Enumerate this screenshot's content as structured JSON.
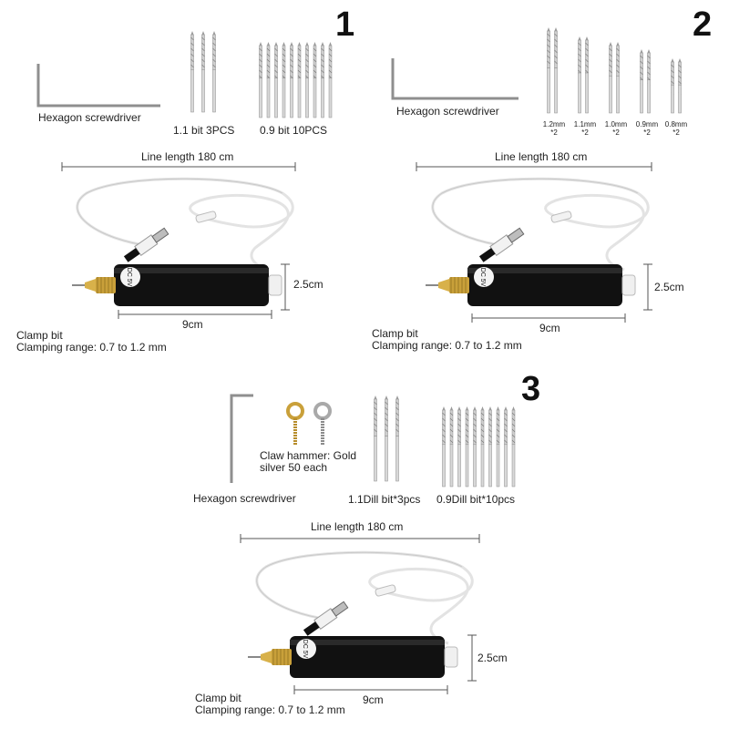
{
  "kits": [
    {
      "number": "1",
      "screwdriver_label": "Hexagon screwdriver",
      "bit_groups": [
        {
          "label": "1.1 bit 3PCS"
        },
        {
          "label": "0.9 bit 10PCS"
        }
      ],
      "line_length": "Line length 180 cm",
      "height_label": "2.5cm",
      "width_label": "9cm",
      "clamp_title": "Clamp bit",
      "clamp_range": "Clamping range: 0.7 to 1.2 mm",
      "drill_logo": "DC 5V"
    },
    {
      "number": "2",
      "screwdriver_label": "Hexagon screwdriver",
      "bit_groups": [
        {
          "size": "1.2mm",
          "qty": "*2"
        },
        {
          "size": "1.1mm",
          "qty": "*2"
        },
        {
          "size": "1.0mm",
          "qty": "*2"
        },
        {
          "size": "0.9mm",
          "qty": "*2"
        },
        {
          "size": "0.8mm",
          "qty": "*2"
        }
      ],
      "line_length": "Line length 180 cm",
      "height_label": "2.5cm",
      "width_label": "9cm",
      "clamp_title": "Clamp bit",
      "clamp_range": "Clamping range: 0.7 to 1.2 mm",
      "drill_logo": "DC 5V"
    },
    {
      "number": "3",
      "screwdriver_label": "Hexagon screwdriver",
      "hooks_label_1": "Claw hammer: Gold",
      "hooks_label_2": "silver 50 each",
      "bit_groups": [
        {
          "label": "1.1Dill bit*3pcs"
        },
        {
          "label": "0.9Dill bit*10pcs"
        }
      ],
      "line_length": "Line length 180 cm",
      "height_label": "2.5cm",
      "width_label": "9cm",
      "clamp_title": "Clamp bit",
      "clamp_range": "Clamping range: 0.7 to 1.2 mm",
      "drill_logo": "DC 5V"
    }
  ],
  "colors": {
    "drill_body": "#111111",
    "brass_chuck": "#c9a03a",
    "cable": "#e6e6e6",
    "steel": "#9a9a9a"
  }
}
